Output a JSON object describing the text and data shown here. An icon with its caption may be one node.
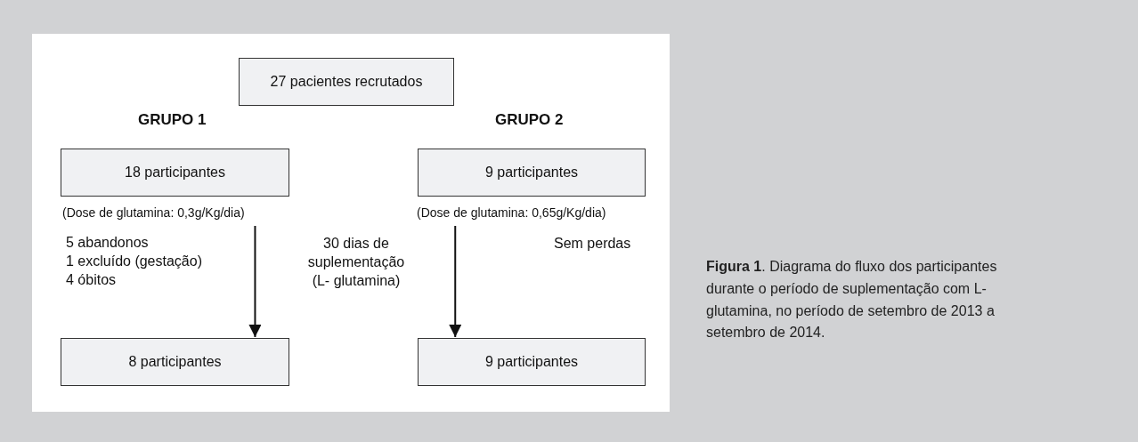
{
  "diagram": {
    "caption": "**Figura 1**. Diagrama do fluxo dos participantes durante o período de suplementação com L- glutamina, no período de setembro de 2013 a setembro de 2014.",
    "nodes": [
      {
        "text": [
          "27 pacientes recrutados"
        ]
      },
      {
        "text": [
          "18 participantes"
        ],
        "beside": [
          "(Dose de glutamina: 0,3g/Kg/dia)"
        ]
      },
      {
        "text": [
          "9 participantes"
        ],
        "beside": [
          "(Dose de glutamina: 0,65g/Kg/dia)"
        ]
      },
      {
        "text": [
          "8 participantes"
        ]
      },
      {
        "text": [
          "9 participantes"
        ]
      }
    ],
    "edges": [
      {
        "from": 1,
        "to": 3,
        "arrow": "to"
      },
      {
        "from": 2,
        "to": 4,
        "arrow": "to"
      }
    ],
    "labels": [
      "GRUPO 1",
      "GRUPO 2",
      "5 abandonos",
      "1 excluído (gestação)",
      "4 óbitos",
      "30 dias de suplementação (L- glutamina)",
      "Sem perdas"
    ]
  }
}
